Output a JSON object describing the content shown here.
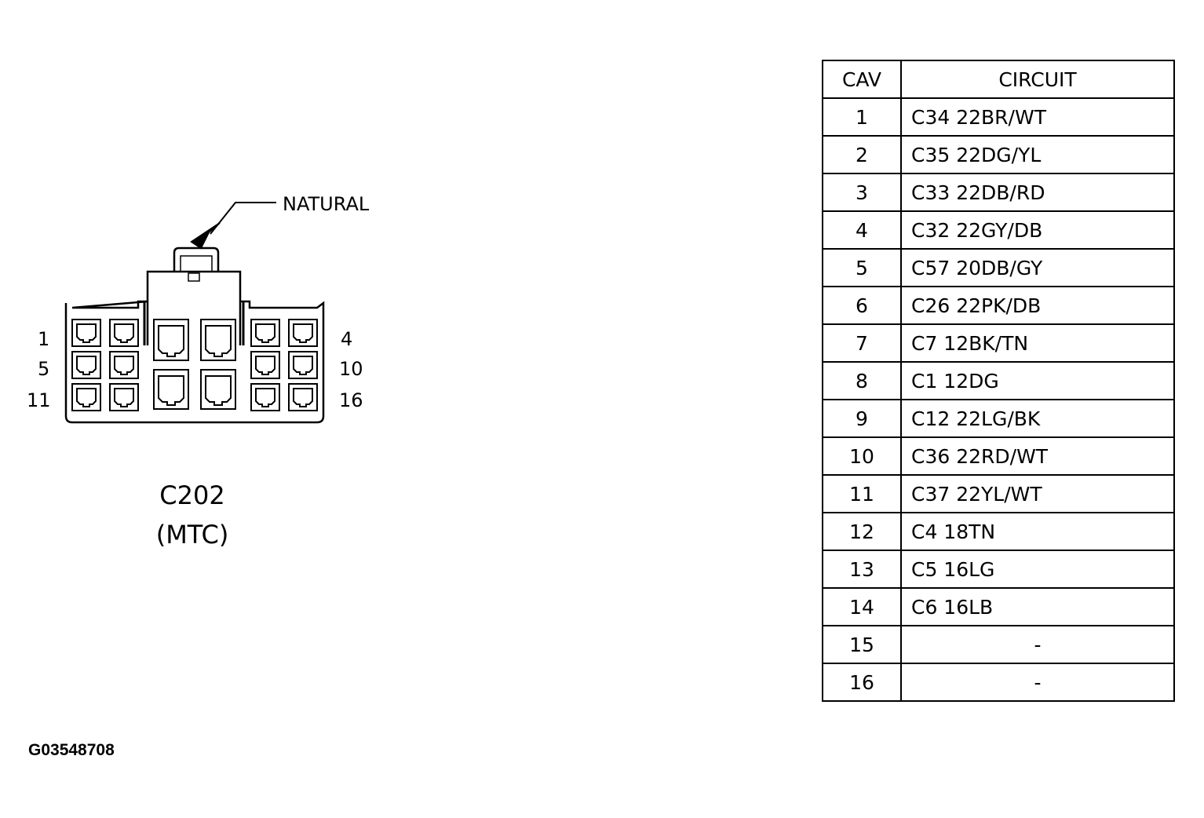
{
  "connector": {
    "pointer_label": "NATURAL",
    "name": "C202",
    "variant": "(MTC)",
    "pin_labels": {
      "row1_left": "1",
      "row1_right": "4",
      "row2_left": "5",
      "row2_right": "10",
      "row3_left": "11",
      "row3_right": "16"
    }
  },
  "table": {
    "headers": {
      "cav": "CAV",
      "circuit": "CIRCUIT"
    },
    "rows": [
      {
        "cav": "1",
        "circuit": "C34  22BR/WT"
      },
      {
        "cav": "2",
        "circuit": "C35  22DG/YL"
      },
      {
        "cav": "3",
        "circuit": "C33  22DB/RD"
      },
      {
        "cav": "4",
        "circuit": "C32  22GY/DB"
      },
      {
        "cav": "5",
        "circuit": "C57  20DB/GY"
      },
      {
        "cav": "6",
        "circuit": "C26  22PK/DB"
      },
      {
        "cav": "7",
        "circuit": "C7  12BK/TN"
      },
      {
        "cav": "8",
        "circuit": "C1  12DG"
      },
      {
        "cav": "9",
        "circuit": "C12  22LG/BK"
      },
      {
        "cav": "10",
        "circuit": "C36  22RD/WT"
      },
      {
        "cav": "11",
        "circuit": "C37  22YL/WT"
      },
      {
        "cav": "12",
        "circuit": "C4  18TN"
      },
      {
        "cav": "13",
        "circuit": "C5  16LG"
      },
      {
        "cav": "14",
        "circuit": "C6  16LB"
      },
      {
        "cav": "15",
        "circuit": "-"
      },
      {
        "cav": "16",
        "circuit": "-"
      }
    ]
  },
  "figure_code": "G03548708"
}
